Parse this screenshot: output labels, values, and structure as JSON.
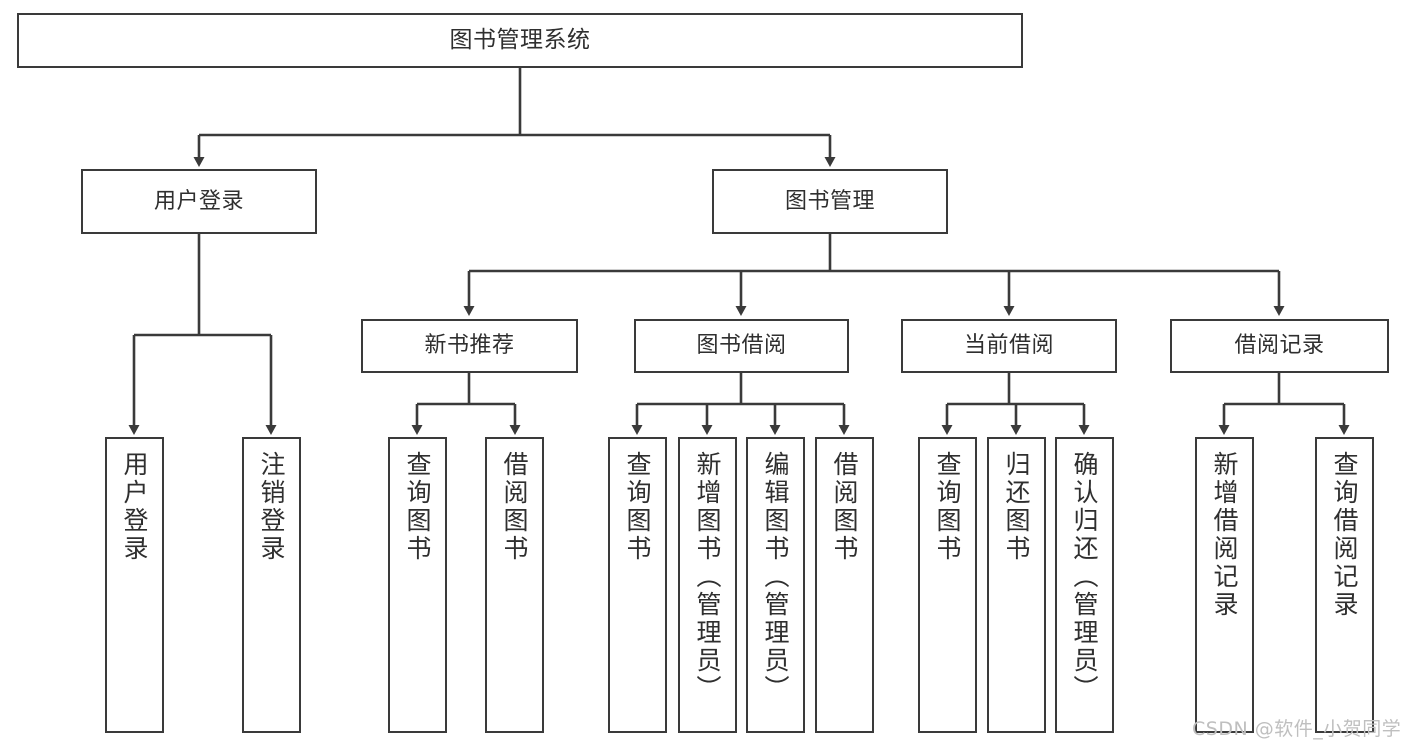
{
  "diagram": {
    "title": "图书管理系统",
    "type": "hierarchy-tree",
    "root": {
      "label": "图书管理系统"
    },
    "level2": [
      {
        "label": "用户登录"
      },
      {
        "label": "图书管理"
      }
    ],
    "level3": [
      {
        "label": "新书推荐"
      },
      {
        "label": "图书借阅"
      },
      {
        "label": "当前借阅"
      },
      {
        "label": "借阅记录"
      }
    ],
    "leaves": {
      "user_login": [
        {
          "label": "用户登录"
        },
        {
          "label": "注销登录"
        }
      ],
      "new_book_recommend": [
        {
          "label": "查询图书"
        },
        {
          "label": "借阅图书"
        }
      ],
      "book_borrow": [
        {
          "label": "查询图书"
        },
        {
          "label": "新增图书（管理员）"
        },
        {
          "label": "编辑图书（管理员）"
        },
        {
          "label": "借阅图书"
        }
      ],
      "current_borrow": [
        {
          "label": "查询图书"
        },
        {
          "label": "归还图书"
        },
        {
          "label": "确认归还（管理员）"
        }
      ],
      "borrow_record": [
        {
          "label": "新增借阅记录"
        },
        {
          "label": "查询借阅记录"
        }
      ]
    }
  },
  "watermark": {
    "text": "CSDN @软件_小贺同学"
  },
  "colors": {
    "stroke": "#3a3a3a",
    "text": "#2f2f2f",
    "background": "#ffffff",
    "watermark": "#bfbfbf"
  }
}
